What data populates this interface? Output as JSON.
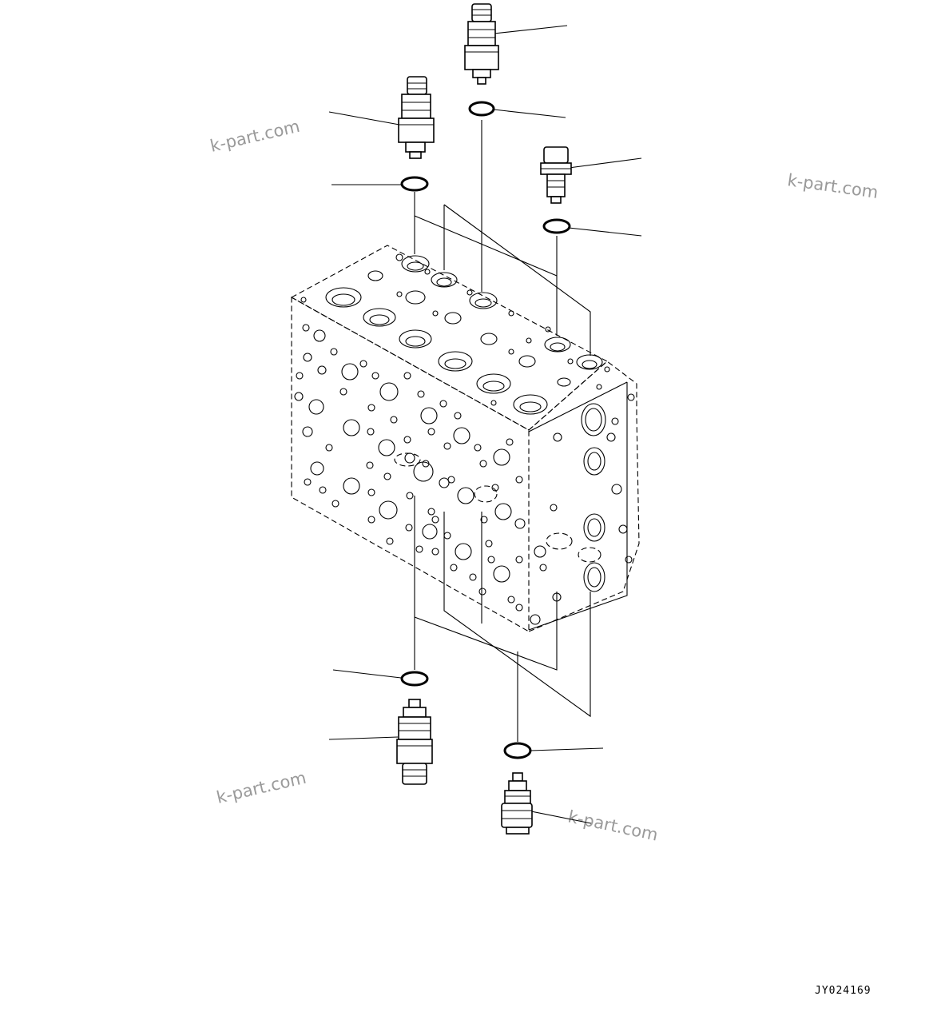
{
  "figure": {
    "code": "JY024169"
  },
  "watermarks": [
    "k-part.com",
    "k-part.com",
    "k-part.com",
    "k-part.com"
  ],
  "colors": {
    "background": "#ffffff",
    "line": "#000000",
    "watermark": "#9a9a9a"
  }
}
